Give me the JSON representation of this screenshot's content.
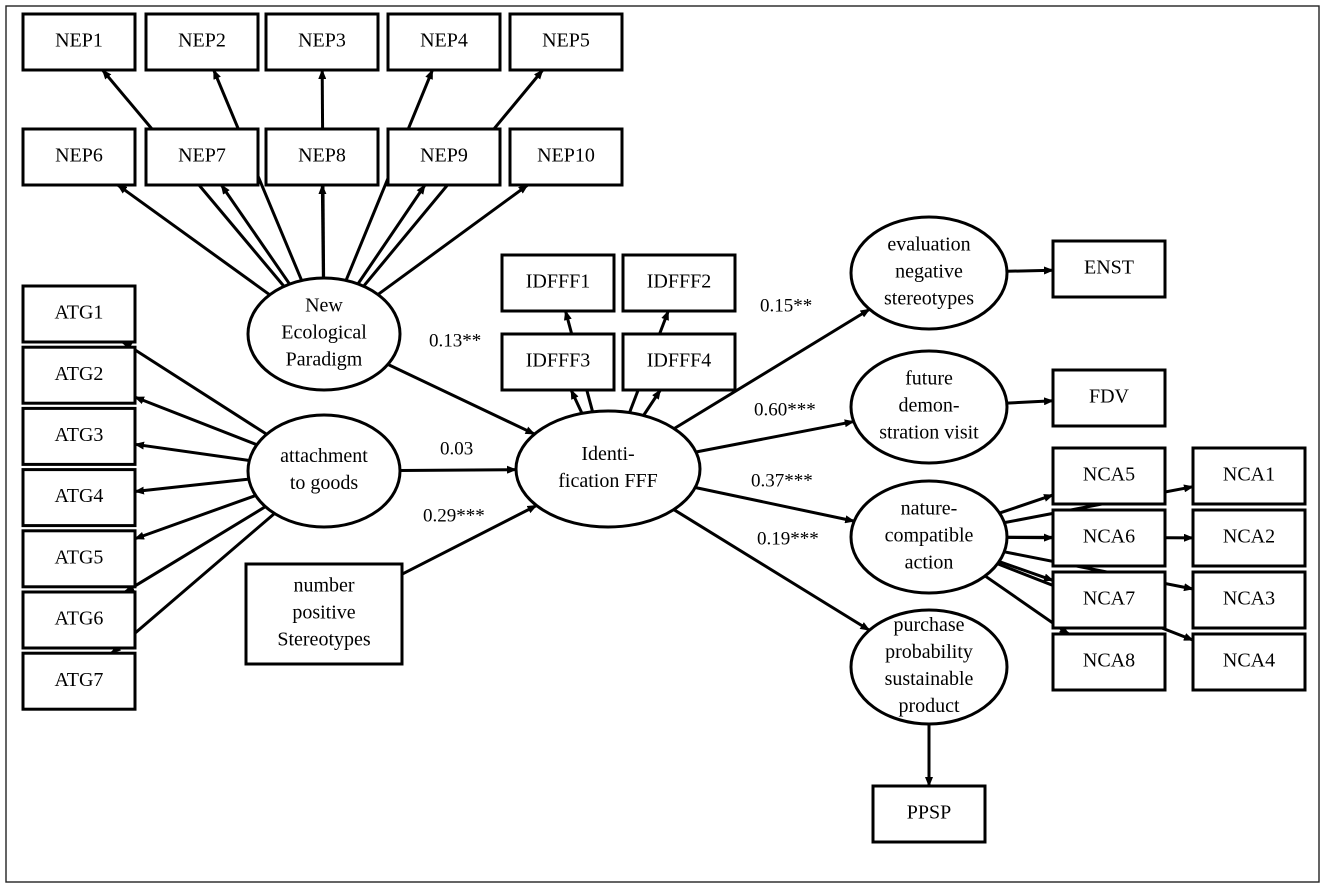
{
  "nep_items": [
    "NEP1",
    "NEP2",
    "NEP3",
    "NEP4",
    "NEP5",
    "NEP6",
    "NEP7",
    "NEP8",
    "NEP9",
    "NEP10"
  ],
  "atg_items": [
    "ATG1",
    "ATG2",
    "ATG3",
    "ATG4",
    "ATG5",
    "ATG6",
    "ATG7"
  ],
  "idfff_items": [
    "IDFFF1",
    "IDFFF2",
    "IDFFF3",
    "IDFFF4"
  ],
  "nca_items": [
    "NCA1",
    "NCA2",
    "NCA3",
    "NCA4",
    "NCA5",
    "NCA6",
    "NCA7",
    "NCA8"
  ],
  "constructs": {
    "nep": [
      "New",
      "Ecological",
      "Paradigm"
    ],
    "atg": [
      "attachment",
      "to goods"
    ],
    "nps": [
      "number",
      "positive",
      "Stereotypes"
    ],
    "id": [
      "Identi-",
      "fication FFF"
    ],
    "ens": [
      "evaluation",
      "negative",
      "stereotypes"
    ],
    "fdv": [
      "future",
      "demon-",
      "stration visit"
    ],
    "nca": [
      "nature-",
      "compatible",
      "action"
    ],
    "pps": [
      "purchase",
      "probability",
      "sustainable",
      "product"
    ]
  },
  "indicators": {
    "enst": "ENST",
    "fdv": "FDV",
    "ppsp": "PPSP"
  },
  "coefficients": {
    "nep_to_id": "0.13**",
    "atg_to_id": "0.03",
    "nps_to_id": "0.29***",
    "id_to_ens": "0.15**",
    "id_to_fdv": "0.60***",
    "id_to_nca": "0.37***",
    "id_to_pps": "0.19***"
  }
}
